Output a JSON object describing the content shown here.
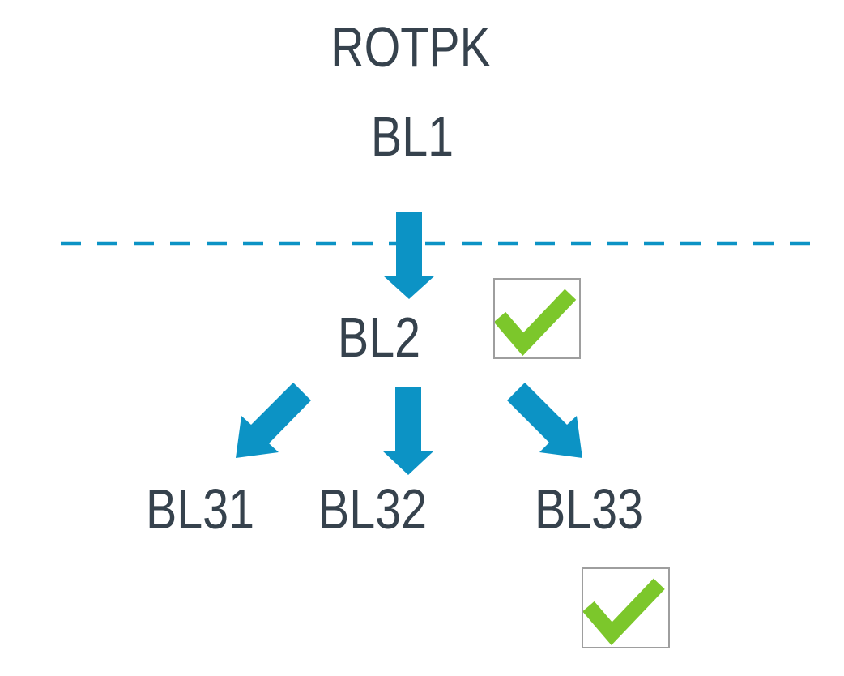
{
  "nodes": {
    "rotpk": {
      "label": "ROTPK"
    },
    "bl1": {
      "label": "BL1"
    },
    "bl2": {
      "label": "BL2"
    },
    "bl31": {
      "label": "BL31"
    },
    "bl32": {
      "label": "BL32"
    },
    "bl33": {
      "label": "BL33"
    }
  },
  "connectors": {
    "trust_boundary": {
      "style": "dashed",
      "orientation": "horizontal"
    },
    "arrows": [
      {
        "from": "BL1",
        "to": "BL2",
        "direction": "down"
      },
      {
        "from": "BL2",
        "to": "BL31",
        "direction": "down-left"
      },
      {
        "from": "BL2",
        "to": "BL32",
        "direction": "down"
      },
      {
        "from": "BL2",
        "to": "BL33",
        "direction": "down-right"
      }
    ]
  },
  "checkboxes": [
    {
      "attached_to": "BL2",
      "state": "checked",
      "icon": "checkmark-icon"
    },
    {
      "attached_to": "BL33",
      "state": "checked",
      "icon": "checkmark-icon"
    }
  ],
  "icons": {
    "checkmark": "✓"
  },
  "colors": {
    "arrow_blue": "#0C93C5",
    "boundary_blue": "#0C93C5",
    "text_dark": "#36424D",
    "check_green": "#7CC72B",
    "checkbox_border": "#9E9E9E",
    "background": "#FFFFFF"
  }
}
